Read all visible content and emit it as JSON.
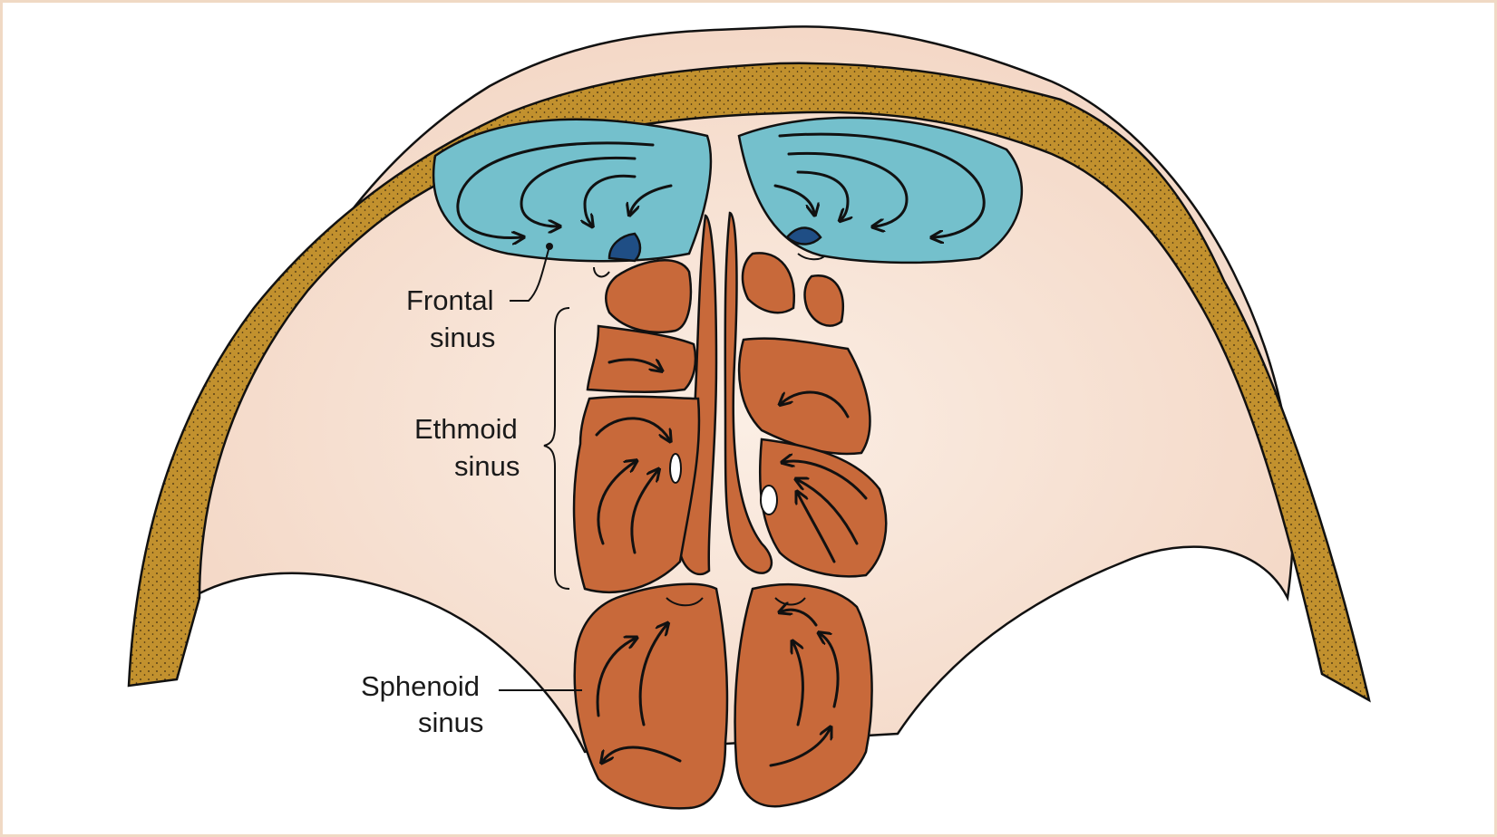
{
  "labels": {
    "frontal_line1": "Frontal",
    "frontal_line2": "sinus",
    "ethmoid_line1": "Ethmoid",
    "ethmoid_line2": "sinus",
    "sphenoid_line1": "Sphenoid",
    "sphenoid_line2": "sinus"
  },
  "colors": {
    "skin": "#f5dccb",
    "skin_center": "#fbeee4",
    "bone": "#c2912e",
    "frontal_sinus": "#74c0cc",
    "ethmoid_sphenoid": "#c8693a",
    "ostium": "#1f4e85",
    "frame_border": "#f0d9c4"
  }
}
